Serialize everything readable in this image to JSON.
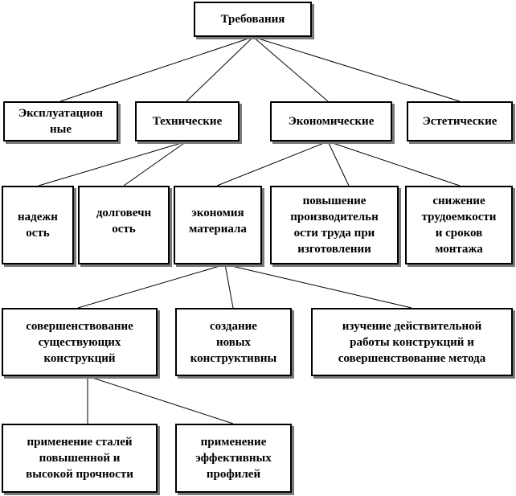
{
  "nodes": {
    "root": "Требования",
    "operational": "Эксплуатацион\nные",
    "technical": "Технические",
    "economic": "Экономические",
    "aesthetic": "Эстетические",
    "reliability": "надежн\nость",
    "durability": "долговечн\nость",
    "material_economy": "экономия\nматериала",
    "productivity": "повышение\nпроизводительн\nости труда при\nизготовлении",
    "labor_reduction": "снижение\nтрудоемкости\nи сроков\nмонтажа",
    "improve_existing": "совершенствование\nсуществующих\nконструкций",
    "new_structures": "создание\nновых\nконструктивны",
    "study_work": "изучение действительной\nработы конструкций и\nсовершенствование метода",
    "high_strength_steel": "применение сталей\nповышенной и\nвысокой прочности",
    "effective_profiles": "применение\nэффективных\nпрофилей"
  }
}
